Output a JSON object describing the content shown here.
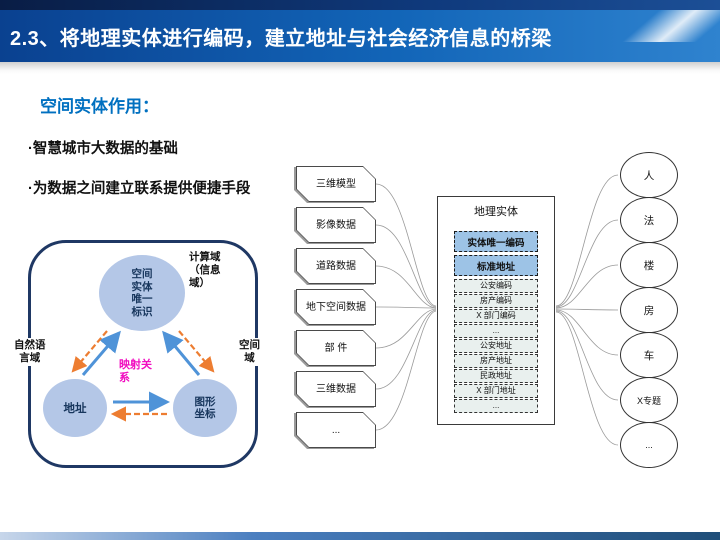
{
  "header": {
    "title": "2.3、将地理实体进行编码，建立地址与社会经济信息的桥梁"
  },
  "main": {
    "section_heading": "空间实体作用：",
    "bullets": [
      "·智慧城市大数据的基础",
      "·为数据之间建立联系提供便捷手段"
    ]
  },
  "venn": {
    "top_circle": "空间\n实体\n唯一\n标识",
    "left_circle": "地址",
    "right_circle": "图形\n坐标",
    "computing_domain_label": "计算域\n（信息\n域）",
    "natural_language_domain_label": "自然语\n言域",
    "spatial_domain_label": "空间\n域",
    "mapping_label": "映射关\n系"
  },
  "data_sources": {
    "items": [
      "三维模型",
      "影像数据",
      "道路数据",
      "地下空间数据",
      "部 件",
      "三维数据",
      "..."
    ]
  },
  "entity": {
    "title": "地理实体",
    "primary": [
      "实体唯一编码",
      "标准地址"
    ],
    "codes": [
      "公安编码",
      "房产编码",
      "X 部门编码",
      "..."
    ],
    "addresses": [
      "公安地址",
      "房产地址",
      "民政地址",
      "X 部门地址",
      "..."
    ]
  },
  "targets": {
    "items": [
      "人",
      "法",
      "楼",
      "房",
      "车",
      "X专题",
      "..."
    ]
  },
  "colors": {
    "title_bar_blue": "#1265b8",
    "heading_blue": "#0070c0",
    "circle_fill": "#b4c7e7",
    "primary_row_fill": "#9dc3e6",
    "small_row_fill": "#e9f0ee",
    "solid_arrow": "#4f93d8",
    "dashed_arrow": "#ed7d31",
    "mapping_text": "#f10dc0",
    "diagram_border": "#1f3864"
  }
}
